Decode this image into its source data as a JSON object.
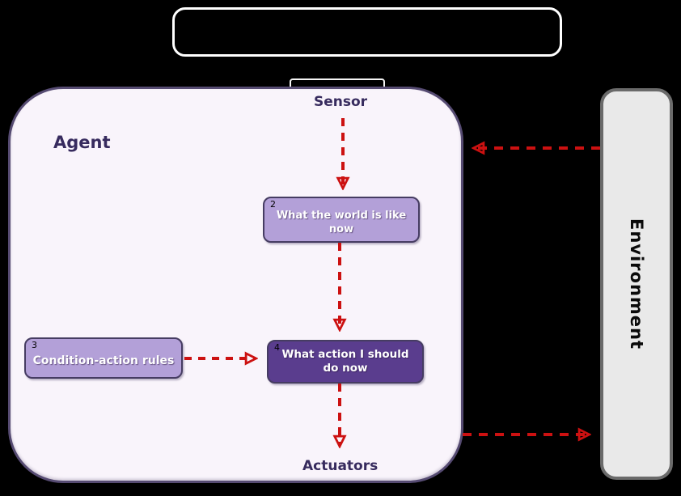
{
  "agent": {
    "label": "Agent",
    "sensor_label": "Sensor",
    "actuators_label": "Actuators"
  },
  "boxes": {
    "world": {
      "number": "2",
      "label": "What the world is like now"
    },
    "rules": {
      "number": "3",
      "label": "Condition-action rules"
    },
    "action": {
      "number": "4",
      "label": "What action I should do now"
    }
  },
  "environment": {
    "label": "Environment"
  },
  "colors": {
    "arrow": "#cc1111",
    "agent_fill": "#f9f4fb",
    "agent_border": "#564b72",
    "process_box_fill": "#b3a0d8",
    "action_box_fill": "#5a3d8e",
    "box_border": "#463c62",
    "environment_fill": "#e9e9e9",
    "environment_border": "#6a6a6a",
    "label_text": "#372b5e",
    "box_text": "#ffffff",
    "title_border": "#ffffff",
    "background": "#000000"
  }
}
